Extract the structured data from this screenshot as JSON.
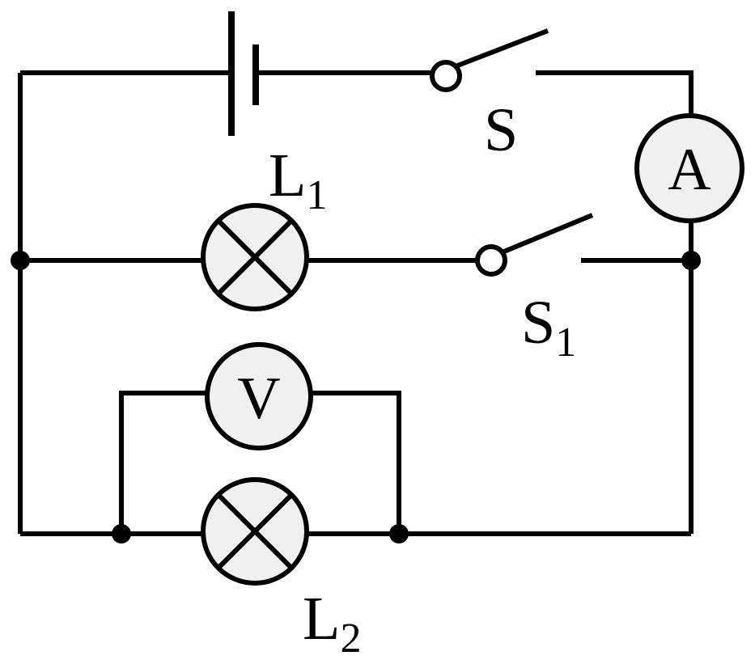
{
  "labels": {
    "switch_main": "S",
    "switch_branch": "S",
    "switch_branch_sub": "1",
    "lamp_1": "L",
    "lamp_1_sub": "1",
    "lamp_2": "L",
    "lamp_2_sub": "2",
    "ammeter": "A",
    "voltmeter": "V"
  },
  "colors": {
    "wire": "#000000",
    "meter_fill": "#f0f0f0"
  }
}
